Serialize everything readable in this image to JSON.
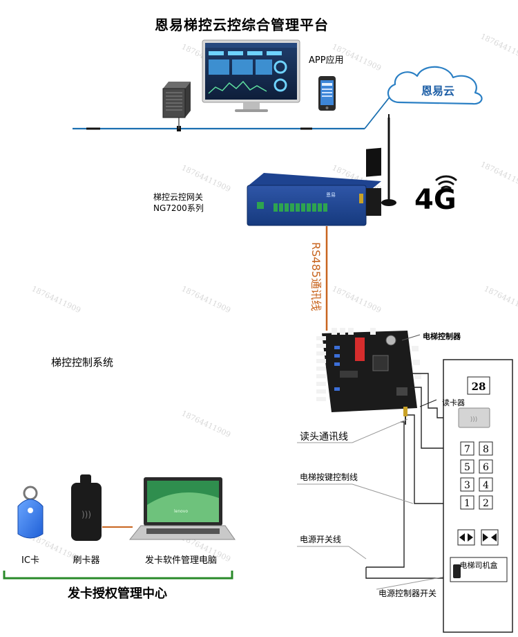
{
  "platform": {
    "title": "恩易梯控云控综合管理平台"
  },
  "app_label": "APP应用",
  "cloud": {
    "label": "恩易云"
  },
  "network": {
    "label": "4G"
  },
  "gateway": {
    "name": "梯控云控网关",
    "model": "NG7200系列"
  },
  "bus": {
    "label": "RS485通讯线"
  },
  "controller": {
    "label": "电梯控制器"
  },
  "system_label": "梯控控制系统",
  "reader_label": "读卡器",
  "wires": {
    "reader_comm": "读头通讯线",
    "button_control": "电梯按键控制线",
    "power_switch": "电源开关线",
    "power_controller_switch": "电源控制器开关"
  },
  "elevator_panel": {
    "floor_display": "28",
    "buttons": [
      "7",
      "8",
      "5",
      "6",
      "3",
      "4",
      "1",
      "2"
    ],
    "operator_box": "电梯司机盒"
  },
  "issuing_center": {
    "title": "发卡授权管理中心",
    "ic_card": "IC卡",
    "card_reader": "刷卡器",
    "pc": "发卡软件管理电脑"
  },
  "watermark": "18764411909",
  "colors": {
    "network_line": "#1a6fb0",
    "rs485_line": "#c8641e",
    "bracket": "#2a8a2a",
    "cloud_outline": "#2a7fc4",
    "board": "#1b1b1b"
  }
}
